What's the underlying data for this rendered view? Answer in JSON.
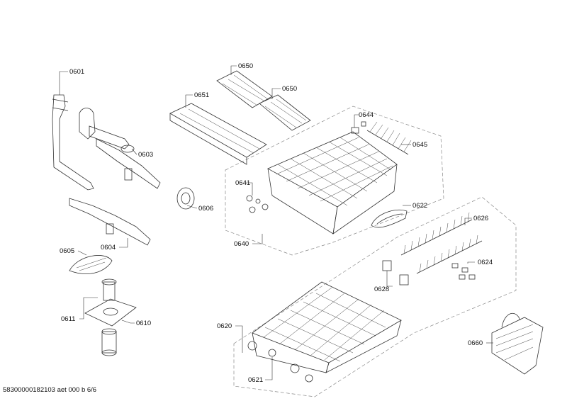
{
  "labels": {
    "p0601": "0601",
    "p0603": "0603",
    "p0604": "0604",
    "p0605": "0605",
    "p0606": "0606",
    "p0610": "0610",
    "p0611": "0611",
    "p0620": "0620",
    "p0621": "0621",
    "p0622": "0622",
    "p0624": "0624",
    "p0626": "0626",
    "p0628": "0628",
    "p0640": "0640",
    "p0641": "0641",
    "p0644": "0644",
    "p0645": "0645",
    "p0650a": "0650",
    "p0650b": "0650",
    "p0651": "0651",
    "p0660": "0660"
  },
  "footer": "58300000182103 aet 000 b 6/6"
}
